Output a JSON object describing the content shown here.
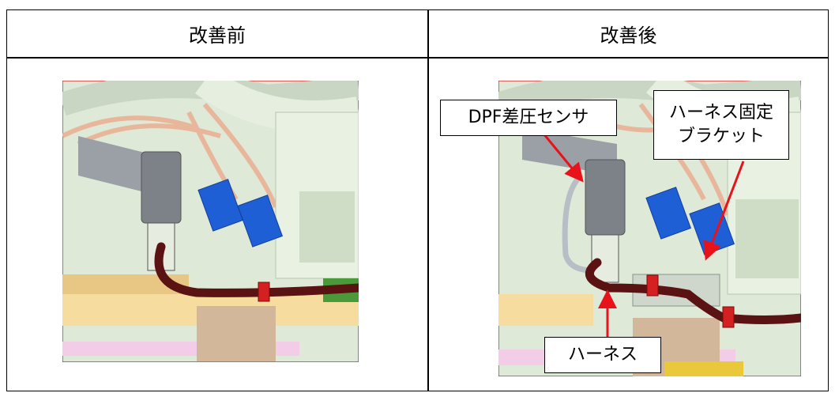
{
  "headers": {
    "before": "改善前",
    "after": "改善後"
  },
  "labels": {
    "dpf_sensor": "DPF差圧センサ",
    "bracket_line1": "ハーネス固定",
    "bracket_line2": "ブラケット",
    "harness": "ハーネス"
  },
  "colors": {
    "harness": "#5a1212",
    "clamp": "#d42020",
    "connector": "#1f5fd6",
    "arrow": "#e8121b"
  }
}
